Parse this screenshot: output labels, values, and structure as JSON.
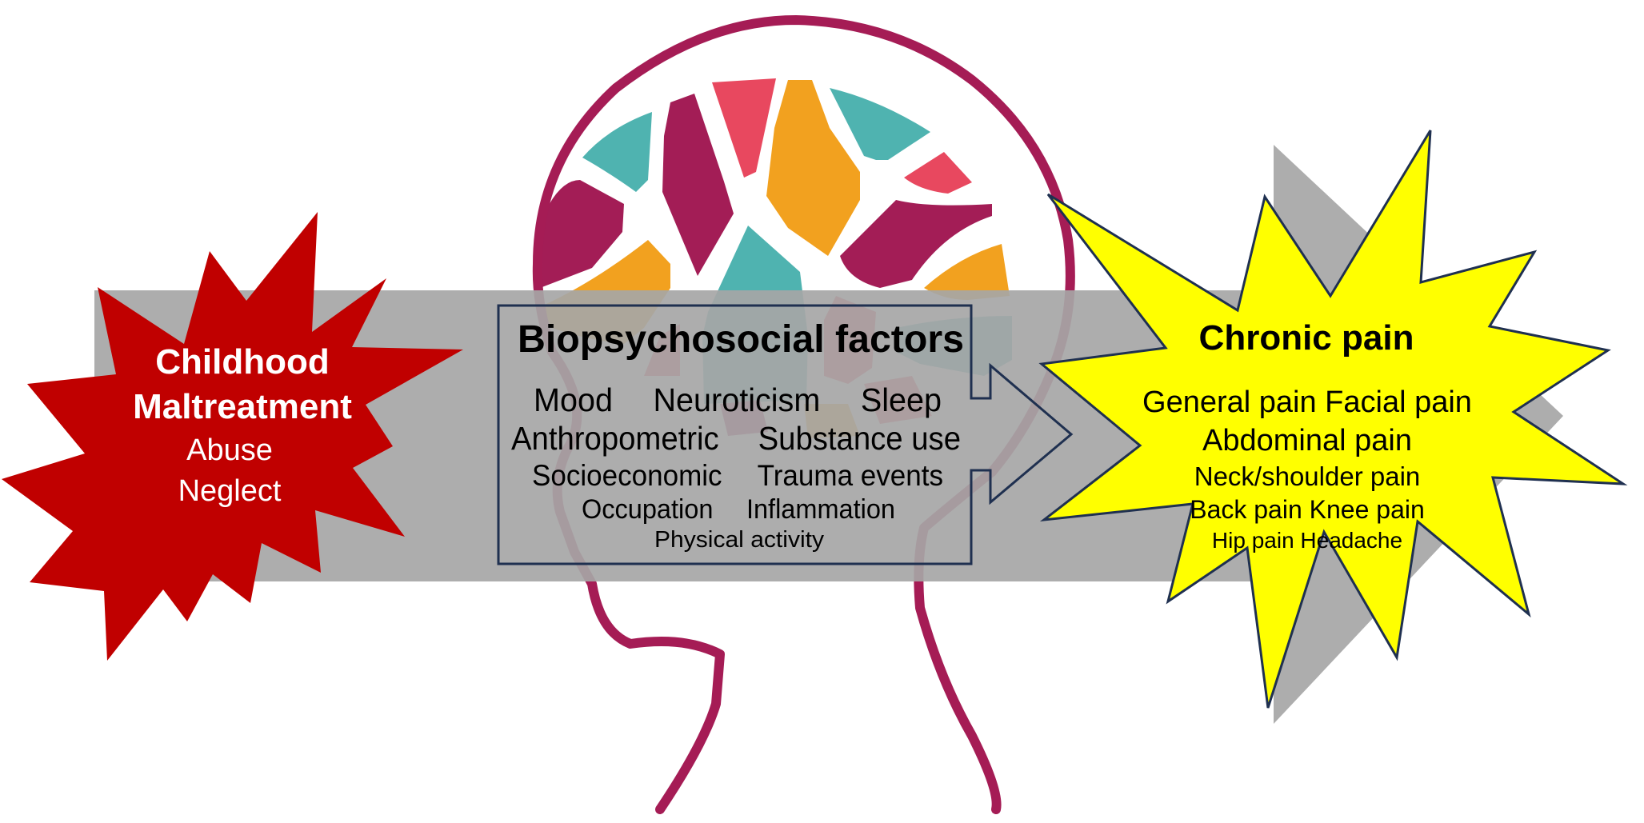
{
  "diagram": {
    "colors": {
      "background": "#ffffff",
      "arrow_band": "#a6a6a6",
      "maltreatment_star": "#c00000",
      "pain_star": "#ffff00",
      "outline_navy": "#1f3050",
      "head_outline": "#a51c55",
      "brain_teal": "#4fb3b0",
      "brain_magenta": "#a31d56",
      "brain_orange": "#f2a11f",
      "brain_pink": "#e8485f"
    },
    "exposure": {
      "title_line1": "Childhood",
      "title_line2": "Maltreatment",
      "items": [
        "Abuse",
        "Neglect"
      ]
    },
    "mediators": {
      "title": "Biopsychosocial factors",
      "rows": [
        [
          "Mood",
          "Neuroticism",
          "Sleep"
        ],
        [
          "Anthropometric",
          "Substance use"
        ],
        [
          "Socioeconomic",
          "Trauma events"
        ],
        [
          "Occupation",
          "Inflammation"
        ],
        [
          "Physical activity"
        ]
      ]
    },
    "outcome": {
      "title": "Chronic pain",
      "rows": [
        [
          "General pain",
          "Facial pain"
        ],
        [
          "Abdominal pain"
        ],
        [
          "Neck/shoulder pain"
        ],
        [
          "Back pain",
          "Knee pain"
        ],
        [
          "Hip pain",
          "Headache"
        ]
      ]
    },
    "icons": {
      "head": "head-profile-icon",
      "brain": "brain-mosaic-icon"
    }
  }
}
